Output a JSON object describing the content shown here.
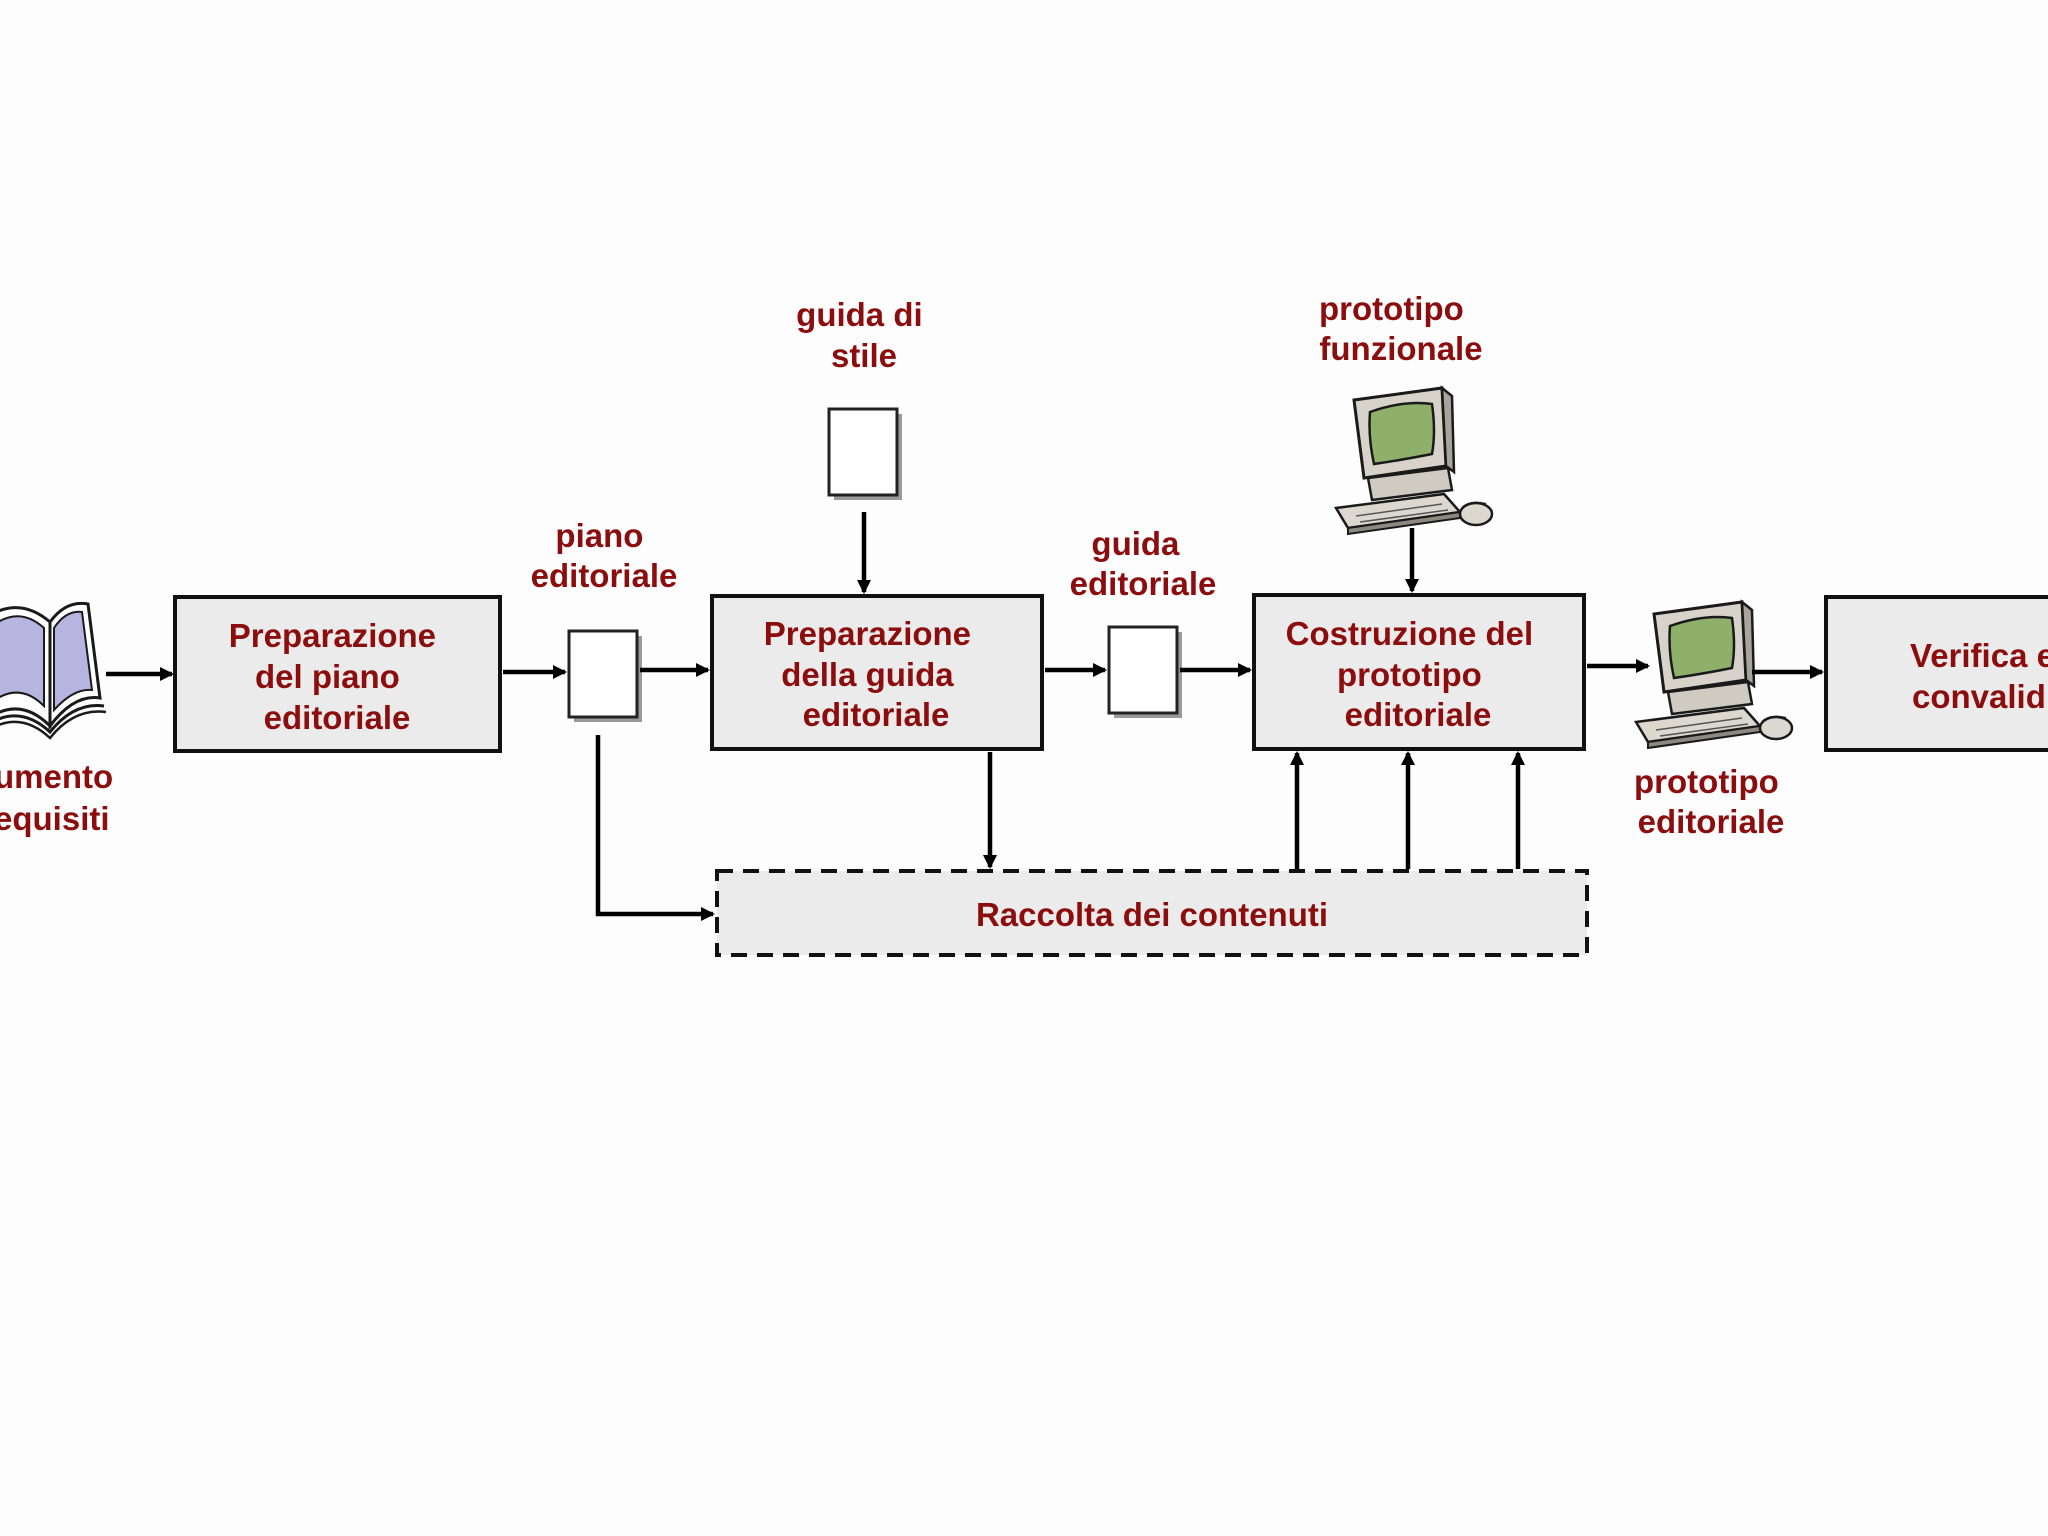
{
  "colors": {
    "label_text": "#8b0d0d",
    "box_fill": "#ebebeb",
    "box_border": "#111111",
    "monitor_screen": "#8fb06a"
  },
  "input": {
    "icon": "open-book-icon",
    "label_lines": [
      "umento",
      "equisiti"
    ]
  },
  "processes": {
    "piano": [
      "Preparazione",
      "del piano",
      "editoriale"
    ],
    "guida": [
      "Preparazione",
      "della guida",
      "editoriale"
    ],
    "prototipo": [
      "Costruzione del",
      "prototipo",
      "editoriale"
    ],
    "verifica": [
      "Verifica e",
      "convalid"
    ],
    "raccolta": [
      "Raccolta dei contenuti"
    ]
  },
  "artifacts": {
    "piano_editoriale": [
      "piano",
      "editoriale"
    ],
    "guida_di_stile": [
      "guida di",
      "stile"
    ],
    "guida_editoriale": [
      "guida",
      "editoriale"
    ],
    "prototipo_funzionale": [
      "prototipo",
      "funzionale"
    ],
    "prototipo_editoriale": [
      "prototipo",
      "editoriale"
    ]
  },
  "icons": {
    "document": "document-icon",
    "computer": "computer-icon"
  }
}
